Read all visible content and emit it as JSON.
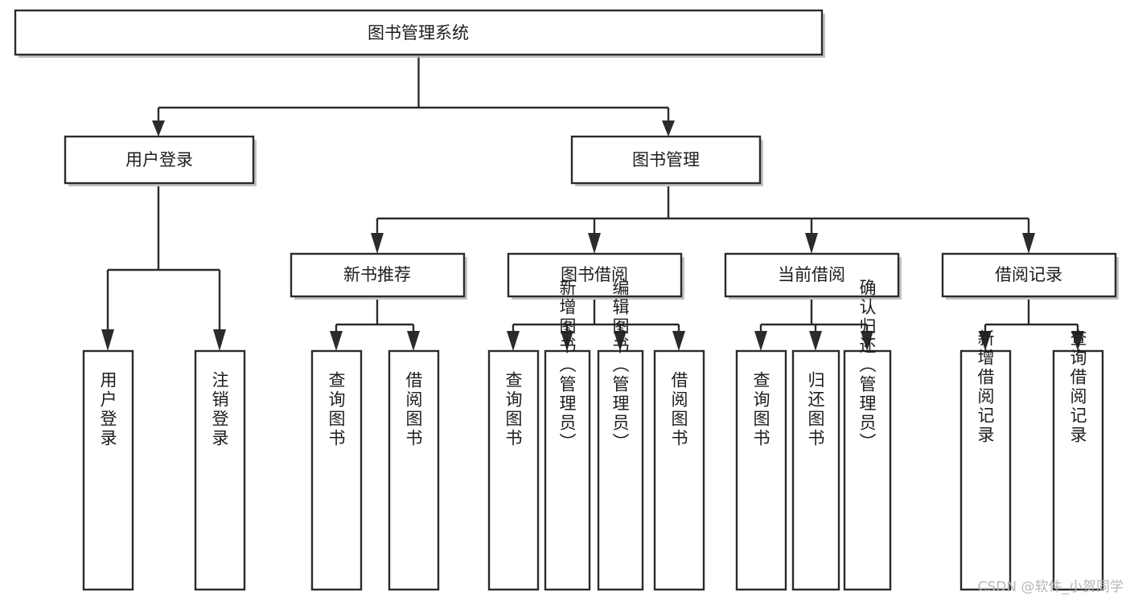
{
  "diagram": {
    "title": "图书管理系统",
    "type": "tree-hierarchy",
    "orientation": "top-down",
    "colors": {
      "node_fill": "#ffffff",
      "node_stroke": "#2b2b2b",
      "text": "#1d1d1d",
      "shadow": "#b9b9b9",
      "watermark": "#b6b6b6",
      "background": "#ffffff"
    },
    "root": {
      "id": "root",
      "label": "图书管理系统"
    },
    "level2": [
      {
        "id": "user-login",
        "label": "用户登录"
      },
      {
        "id": "book-manage",
        "label": "图书管理"
      }
    ],
    "level3": [
      {
        "id": "new-book-rec",
        "label": "新书推荐",
        "parent": "book-manage"
      },
      {
        "id": "book-borrow",
        "label": "图书借阅",
        "parent": "book-manage"
      },
      {
        "id": "current-borrow",
        "label": "当前借阅",
        "parent": "book-manage"
      },
      {
        "id": "borrow-record",
        "label": "借阅记录",
        "parent": "book-manage"
      }
    ],
    "leaves": {
      "user-login": [
        {
          "id": "leaf-user-login",
          "label": "用户登录"
        },
        {
          "id": "leaf-user-logout",
          "label": "注销登录"
        }
      ],
      "new-book-rec": [
        {
          "id": "leaf-query-book-1",
          "label": "查询图书"
        },
        {
          "id": "leaf-borrow-book-1",
          "label": "借阅图书"
        }
      ],
      "book-borrow": [
        {
          "id": "leaf-query-book-2",
          "label": "查询图书"
        },
        {
          "id": "leaf-add-book",
          "label": "新增图书（管理员）"
        },
        {
          "id": "leaf-edit-book",
          "label": "编辑图书（管理员）"
        },
        {
          "id": "leaf-borrow-book-2",
          "label": "借阅图书"
        }
      ],
      "current-borrow": [
        {
          "id": "leaf-query-book-3",
          "label": "查询图书"
        },
        {
          "id": "leaf-return-book",
          "label": "归还图书"
        },
        {
          "id": "leaf-confirm-return",
          "label": "确认归还（管理员）"
        }
      ],
      "borrow-record": [
        {
          "id": "leaf-add-record",
          "label": "新增借阅记录"
        },
        {
          "id": "leaf-query-record",
          "label": "查询借阅记录"
        }
      ]
    }
  },
  "watermark": {
    "text": "CSDN @软件_小贺同学"
  }
}
